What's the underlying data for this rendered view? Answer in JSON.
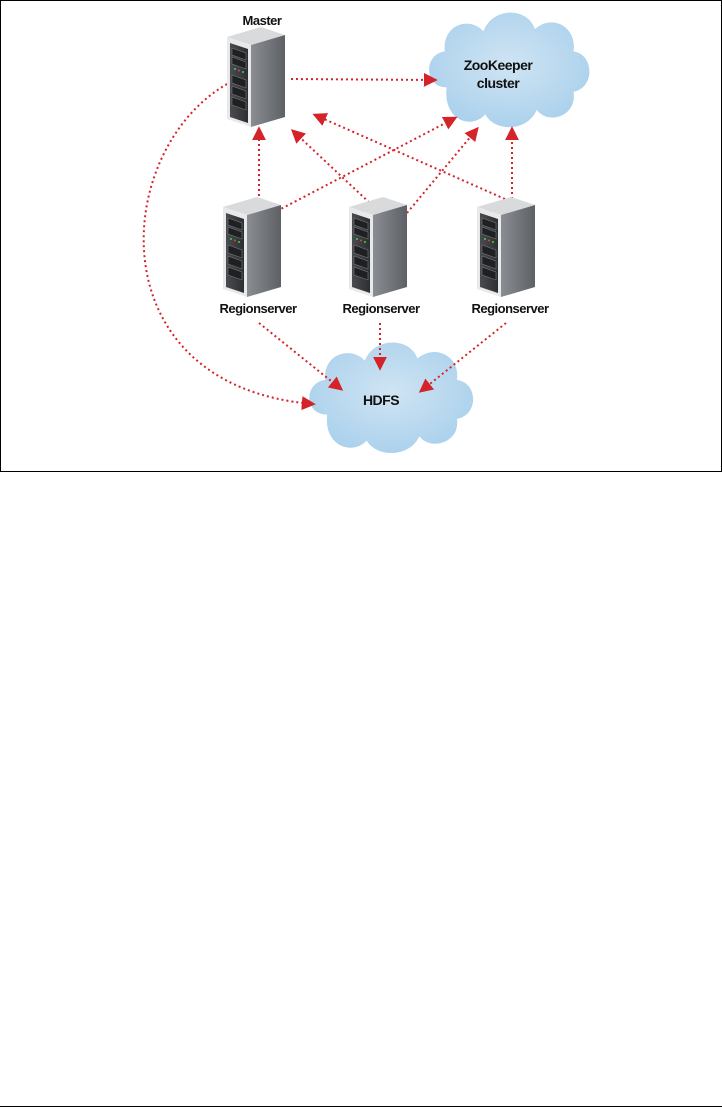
{
  "nodes": {
    "master": "Master",
    "zookeeper": [
      "ZooKeeper",
      "cluster"
    ],
    "regionservers": [
      "Regionserver",
      "Regionserver",
      "Regionserver"
    ],
    "hdfs": "HDFS"
  },
  "colors": {
    "arrow": "#d5232a",
    "cloud": "#b8d8ee",
    "server_dark": "#3b3d40",
    "server_mid": "#6c6f73",
    "server_light": "#d9dadb"
  },
  "icons": {
    "server": "server-tower-icon",
    "cloud": "cloud-icon"
  },
  "edges": [
    {
      "from": "Master",
      "to": "ZooKeeper cluster"
    },
    {
      "from": "Master",
      "to": "HDFS"
    },
    {
      "from": "Regionserver 1",
      "to": "Master"
    },
    {
      "from": "Regionserver 2",
      "to": "Master"
    },
    {
      "from": "Regionserver 3",
      "to": "Master"
    },
    {
      "from": "Regionserver 1",
      "to": "ZooKeeper cluster"
    },
    {
      "from": "Regionserver 2",
      "to": "ZooKeeper cluster"
    },
    {
      "from": "Regionserver 3",
      "to": "ZooKeeper cluster"
    },
    {
      "from": "Regionserver 1",
      "to": "HDFS"
    },
    {
      "from": "Regionserver 2",
      "to": "HDFS"
    },
    {
      "from": "Regionserver 3",
      "to": "HDFS"
    }
  ]
}
